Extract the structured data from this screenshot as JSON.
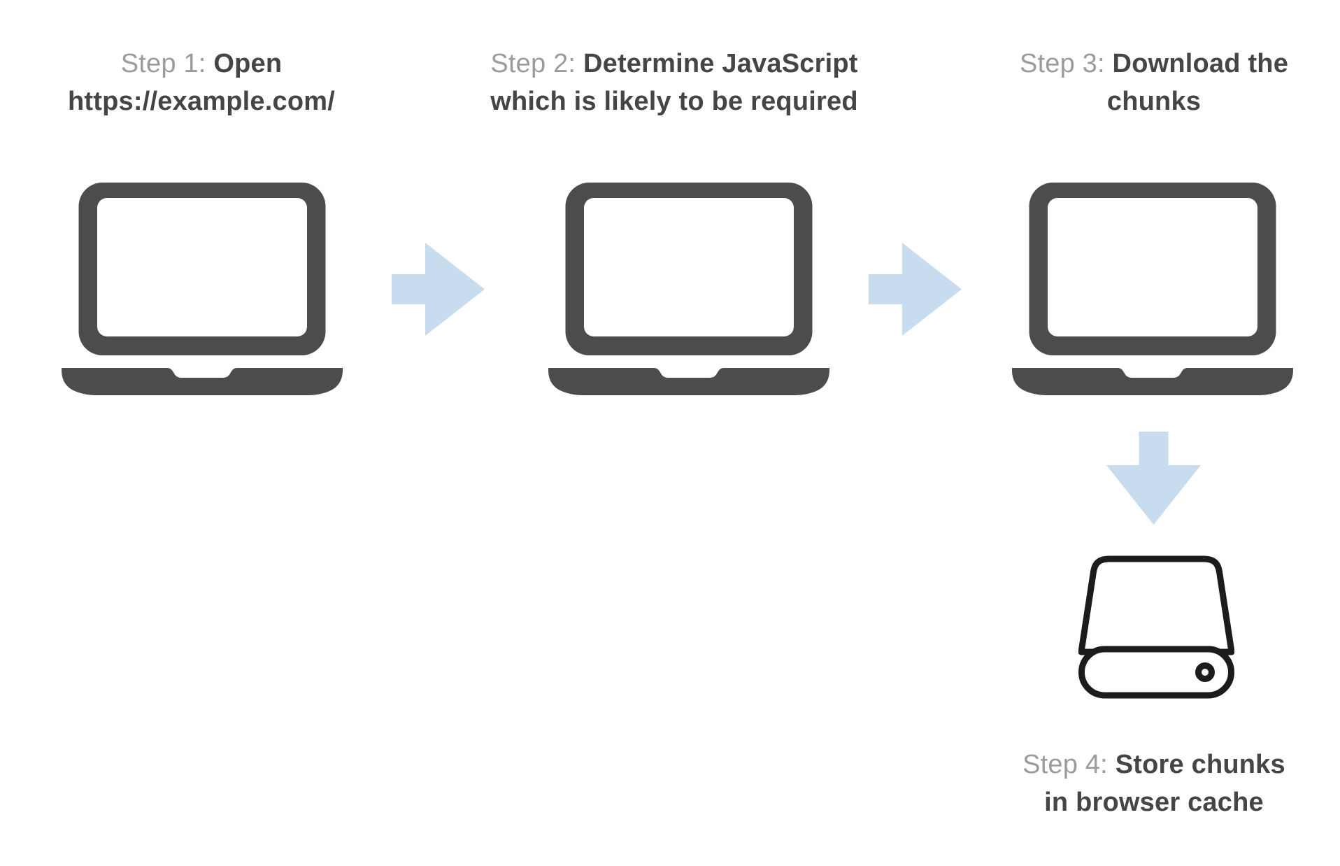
{
  "colors": {
    "background": "#ffffff",
    "laptop": "#4c4c4c",
    "arrow": "#c7dcef",
    "step_label": "#9b9b9b",
    "step_bold": "#454545",
    "drive_outline": "#1c1c1c"
  },
  "steps": [
    {
      "label": "Step 1:",
      "bold_line1": "Open",
      "bold_line2": "https://example.com/"
    },
    {
      "label": "Step 2:",
      "bold_line1": "Determine JavaScript",
      "bold_line2": "which is likely to be required"
    },
    {
      "label": "Step 3:",
      "bold_line1": "Download the",
      "bold_line2": "chunks"
    },
    {
      "label": "Step 4:",
      "bold_line1": "Store chunks",
      "bold_line2": "in browser cache"
    }
  ],
  "flow": {
    "nodes": [
      "browser",
      "browser",
      "browser",
      "hard-drive"
    ],
    "edges": [
      "step1->step2",
      "step2->step3",
      "step3->step4"
    ]
  }
}
